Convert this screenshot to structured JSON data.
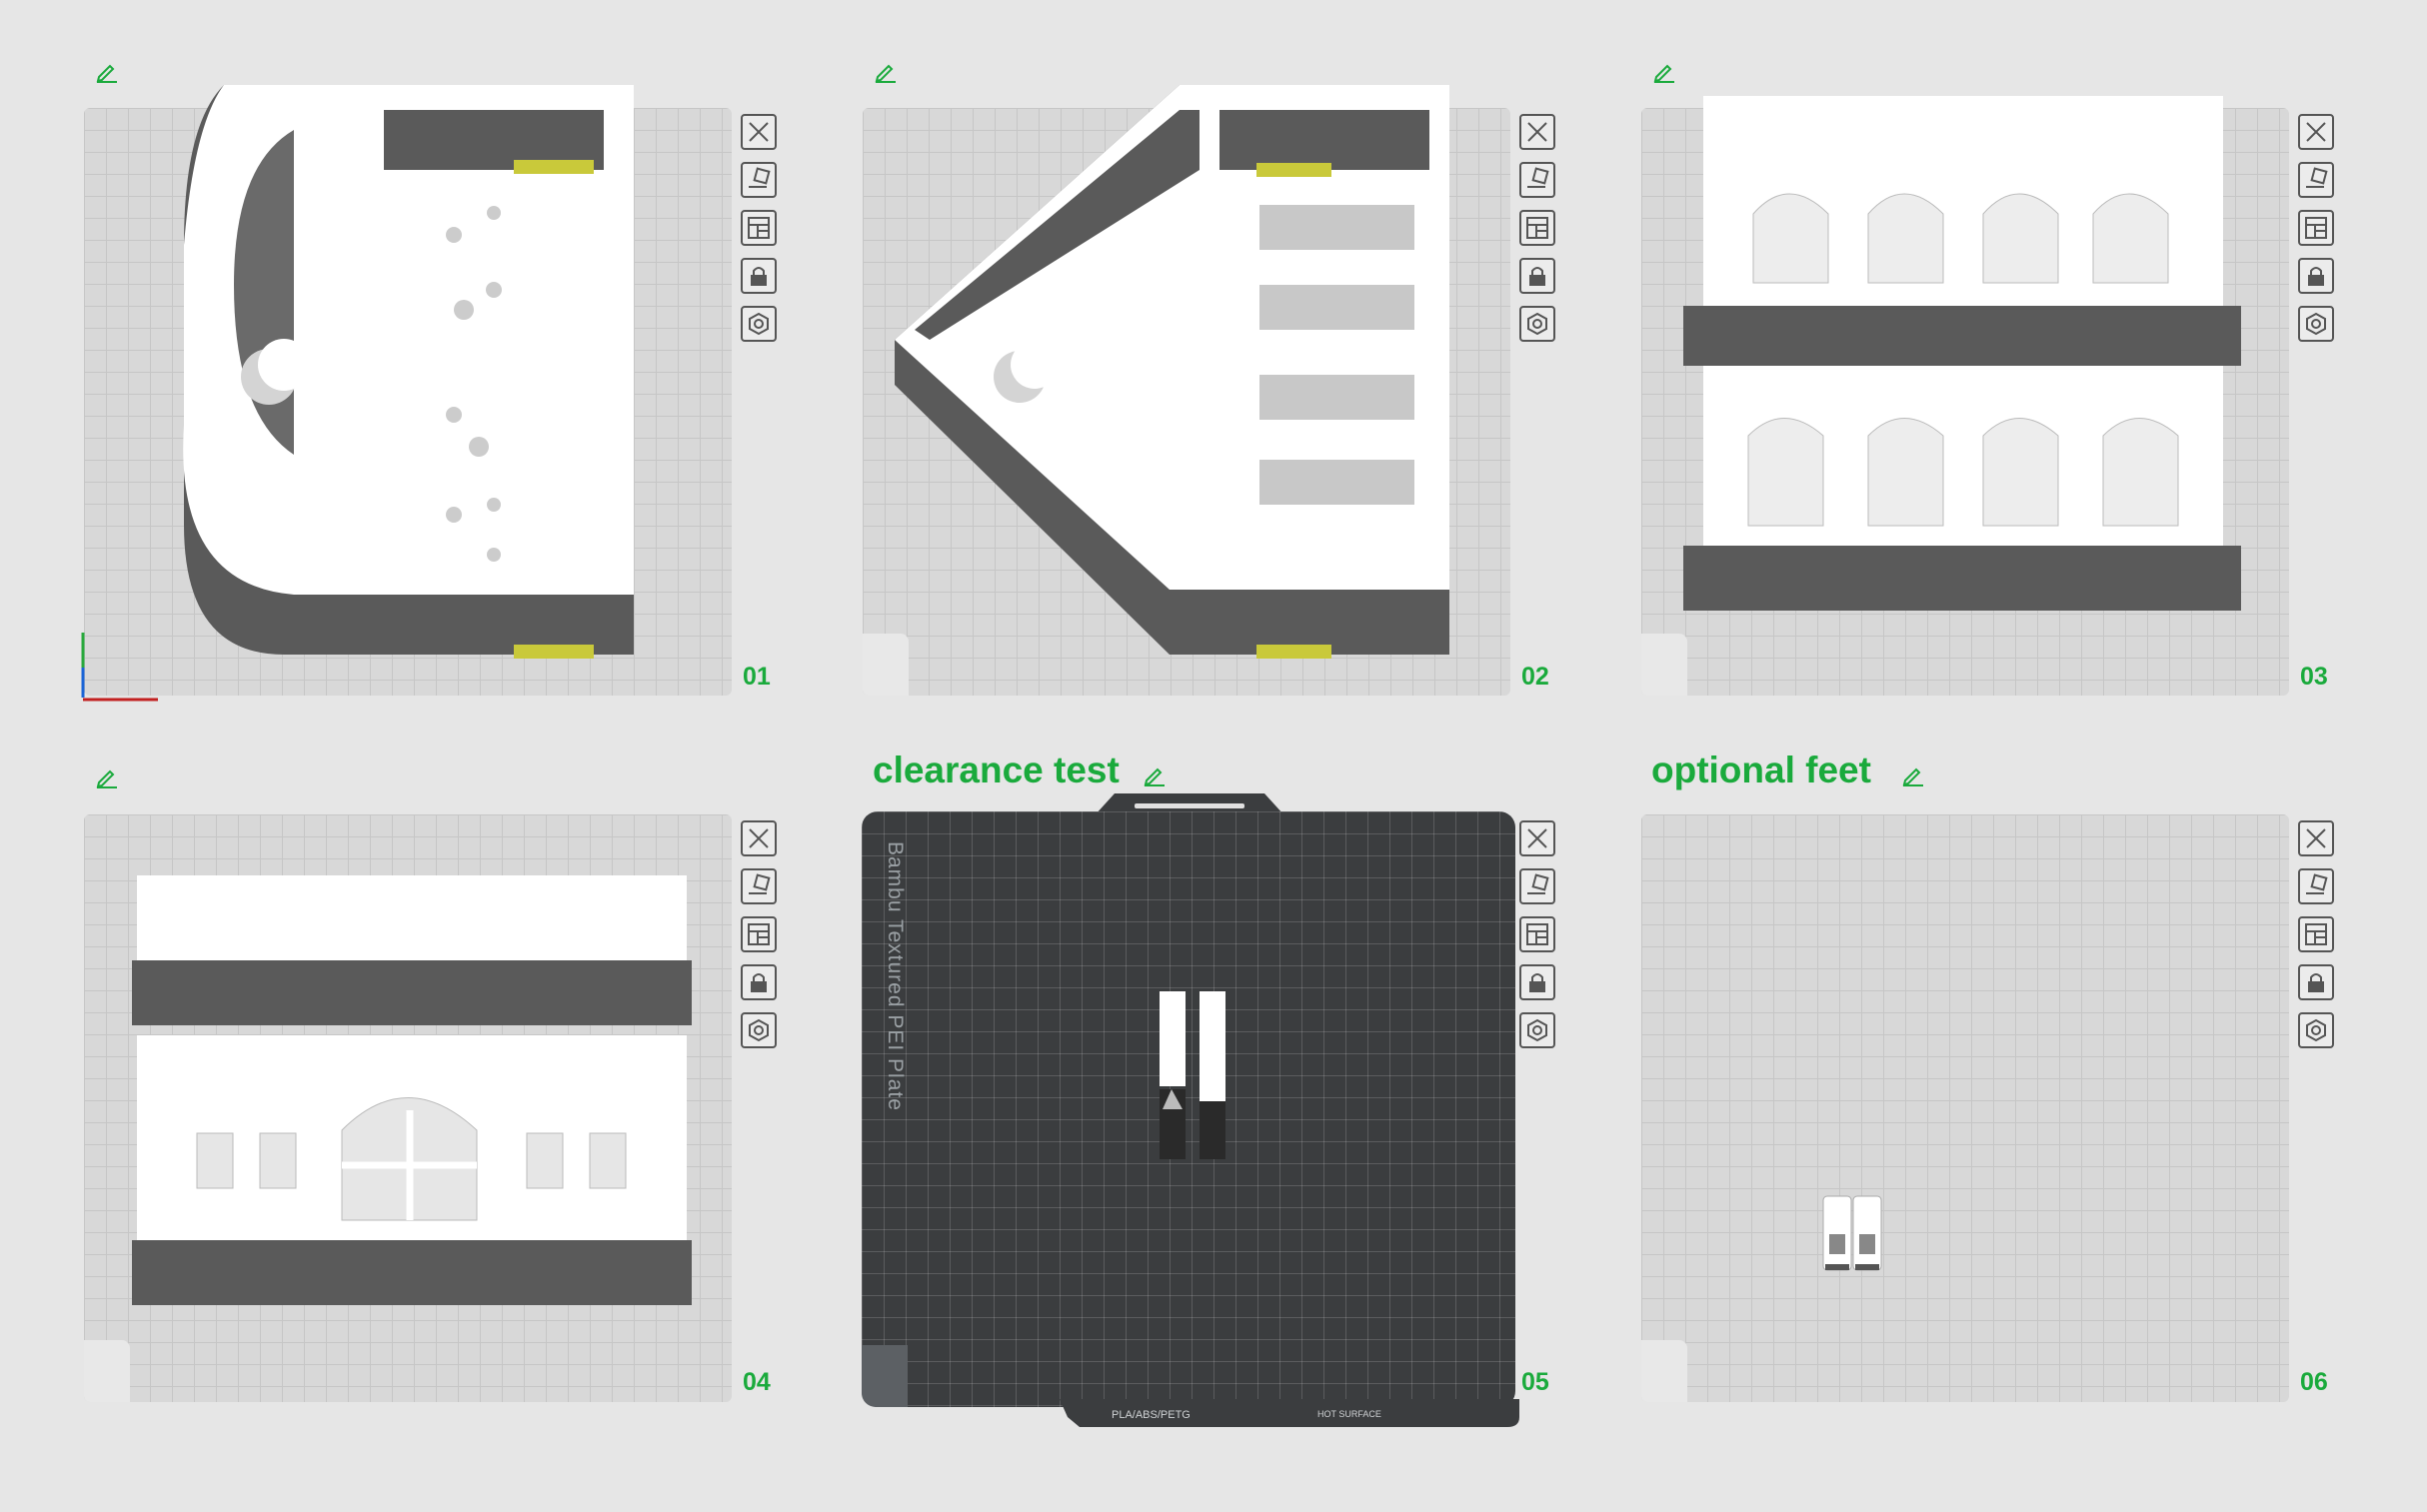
{
  "plates": [
    {
      "number": "01",
      "title": ""
    },
    {
      "number": "02",
      "title": ""
    },
    {
      "number": "03",
      "title": ""
    },
    {
      "number": "04",
      "title": ""
    },
    {
      "number": "05",
      "title": "clearance test",
      "bed_label": "Bambu Textured PEI Plate",
      "bed_footer": "PLA/ABS/PETG",
      "bed_footer_right": "HOT SURFACE"
    },
    {
      "number": "06",
      "title": "optional feet"
    }
  ],
  "toolbar_icons": [
    "close-icon",
    "arrange-icon",
    "layout-icon",
    "lock-icon",
    "settings-icon"
  ],
  "colors": {
    "accent": "#1aaa3c",
    "bed": "#d8d8d8",
    "model_white": "#ffffff",
    "model_wall": "#585858",
    "dark_bed": "#3b3d3f"
  }
}
